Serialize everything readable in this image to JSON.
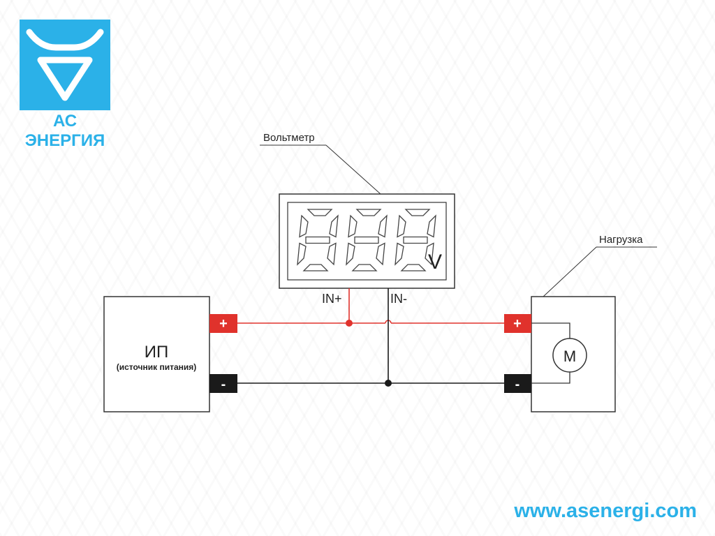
{
  "brand": {
    "name": "АС ЭНЕРГИЯ",
    "url": "www.asenergi.com",
    "color": "#2bb1e8"
  },
  "voltmeter": {
    "label": "Вольтметр",
    "display_digits": "888",
    "unit": "V",
    "pin_plus": "IN+",
    "pin_minus": "IN-"
  },
  "power_supply": {
    "title": "ИП",
    "subtitle": "(источник питания)",
    "terminal_plus": "+",
    "terminal_minus": "-"
  },
  "load": {
    "label": "Нагрузка",
    "motor_symbol": "M",
    "terminal_plus": "+",
    "terminal_minus": "-"
  },
  "colors": {
    "positive_wire": "#e0322c",
    "negative_wire": "#1a1a1a",
    "terminal_plus_fill": "#e0322c",
    "terminal_minus_fill": "#1a1a1a"
  }
}
